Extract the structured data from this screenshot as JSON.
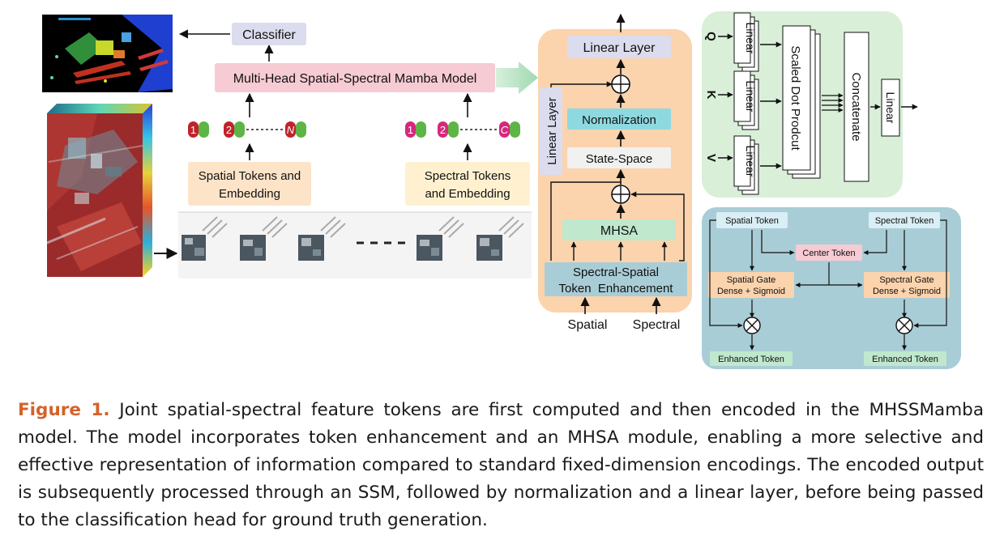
{
  "diagram": {
    "classifier": "Classifier",
    "mamba_model": "Multi-Head Spatial-Spectral Mamba Model",
    "spatial_embed": [
      "Spatial Tokens and",
      "Embedding"
    ],
    "spectral_embed": [
      "Spectral Tokens",
      "and Embedding"
    ],
    "spatial_tokens": [
      "1",
      "2",
      "N"
    ],
    "spectral_tokens": [
      "1",
      "2",
      "C"
    ],
    "block": {
      "linear_layer_top": "Linear Layer",
      "linear_layer_side": "Linear Layer",
      "normalization": "Normalization",
      "state_space": "State-Space",
      "mhsa": "MHSA",
      "enhancement": [
        "Spectral-Spatial",
        "Token  Enhancement"
      ],
      "input_spatial": "Spatial",
      "input_spectral": "Spectral"
    },
    "attention": {
      "inputs": [
        "Q",
        "K",
        "V"
      ],
      "linear": "Linear",
      "scaled_dot": "Scaled Dot Prodcut",
      "concatenate": "Concatenate",
      "linear_out": "Linear"
    },
    "gate": {
      "spatial_token": "Spatial Token",
      "spectral_token": "Spectral Token",
      "center_token": "Center Token",
      "spatial_gate": [
        "Spatial Gate",
        "Dense + Sigmoid"
      ],
      "spectral_gate": [
        "Spectral Gate",
        "Dense + Sigmoid"
      ],
      "enhanced_left": "Enhanced Token",
      "enhanced_right": "Enhanced Token"
    },
    "colors": {
      "block_bg": "#fbd3ad",
      "attention_bg": "#d9efd8",
      "gate_bg": "#a9cdd6",
      "token_green": "#5fb446",
      "token_red": "#c0232b",
      "token_pink": "#d6287c",
      "caption_accent": "#d4622a"
    }
  },
  "caption": {
    "label": "Figure 1.",
    "text": " Joint spatial-spectral feature tokens are first computed and then encoded in the MHSSMamba model. The model incorporates token enhancement and an MHSA module, enabling a more selective and effective representation of information compared to standard fixed-dimension encodings. The encoded output is subsequently processed through an SSM, followed by normalization and a linear layer, before being passed to the classification head for ground truth generation."
  }
}
